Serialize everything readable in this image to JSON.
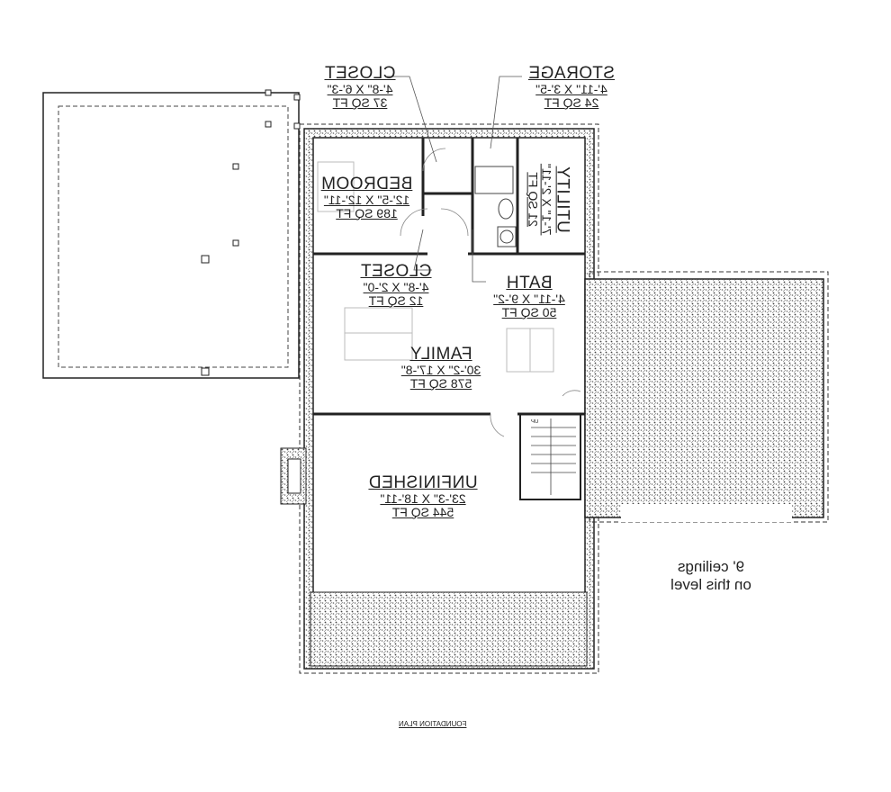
{
  "title": "FOUNDATION PLAN",
  "note": [
    "9' ceilings",
    "on this level"
  ],
  "stair_label": "UP",
  "text_mirrored": true,
  "rooms": [
    {
      "name": "CLOSET",
      "dims": "4'-8\" X 6'-3\"",
      "area": "37 SQ FT"
    },
    {
      "name": "STORAGE",
      "dims": "4'-11\" X 3'-5\"",
      "area": "24 SQ FT"
    },
    {
      "name": "UTILITY",
      "dims": "7'-1\" X 2'-11\"",
      "area": "21 SQ FT"
    },
    {
      "name": "BEDROOM",
      "dims": "12'-5\" X 12'-11\"",
      "area": "189 SQ FT"
    },
    {
      "name": "CLOSET",
      "dims": "4'-8\" X 2'-0\"",
      "area": "12 SQ FT"
    },
    {
      "name": "BATH",
      "dims": "4'-11\" X 9'-2\"",
      "area": "50 SQ FT"
    },
    {
      "name": "FAMILY",
      "dims": "30'-2\" X 17'-8\"",
      "area": "578 SQ FT"
    },
    {
      "name": "UNFINISHED",
      "dims": "23'-3\" X 18'-11\"",
      "area": "544 SQ FT"
    }
  ],
  "colors": {
    "line": "#222222",
    "hatch": "#555555",
    "furniture": "#bbbbbb"
  }
}
